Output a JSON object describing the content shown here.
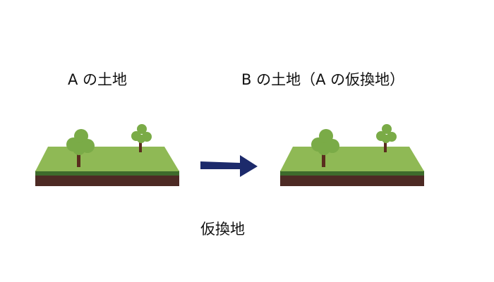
{
  "labels": {
    "land_a": "A の土地",
    "land_b": "B の土地（A の仮換地）",
    "arrow": "仮換地"
  },
  "colors": {
    "grass": "#8fb955",
    "grass_edge": "#3e6b2c",
    "soil": "#4d2a24",
    "tree_foliage": "#7aab47",
    "tree_trunk": "#5a2d1e",
    "arrow": "#1c2a6b"
  }
}
